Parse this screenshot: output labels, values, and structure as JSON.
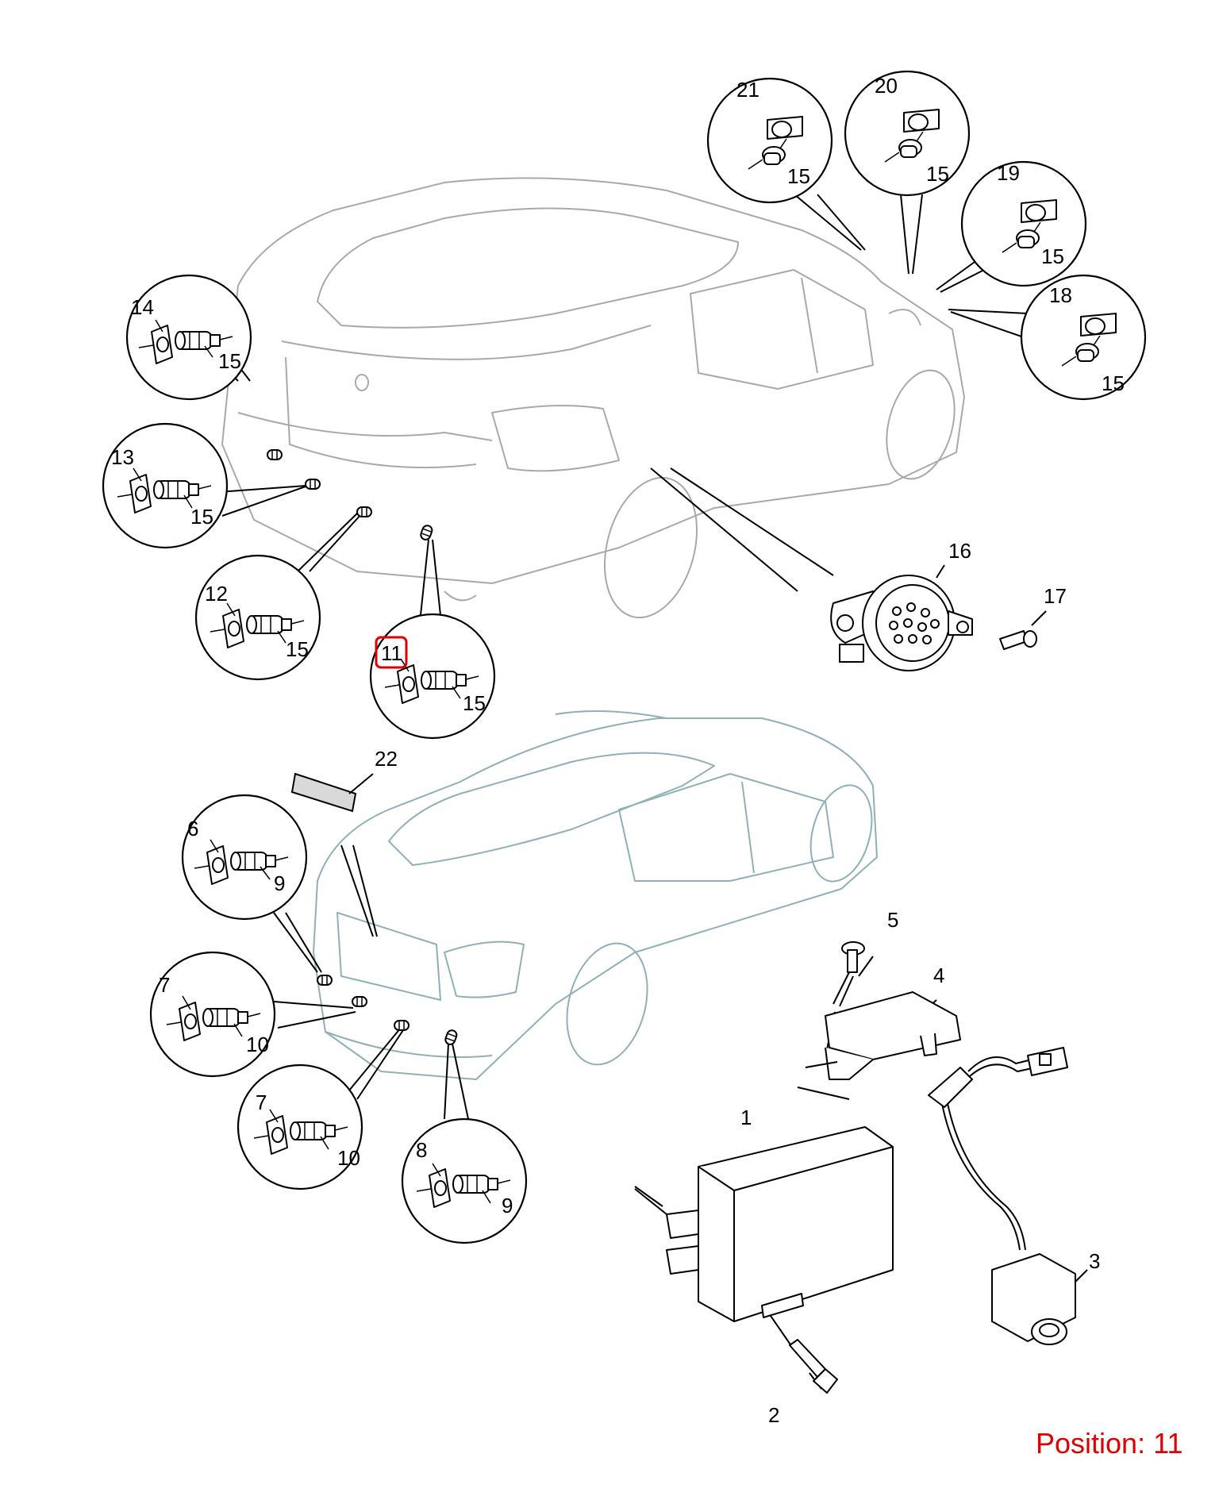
{
  "diagram": {
    "callouts": {
      "c1": "1",
      "c2": "2",
      "c3": "3",
      "c4": "4",
      "c5": "5",
      "c6": "6",
      "c7a": "7",
      "c7b": "7",
      "c8": "8",
      "c9a": "9",
      "c9b": "9",
      "c10a": "10",
      "c10b": "10",
      "c11": "11",
      "c12": "12",
      "c13": "13",
      "c14": "14",
      "c15_14": "15",
      "c15_13": "15",
      "c15_12": "15",
      "c15_11": "15",
      "c15_21": "15",
      "c15_20": "15",
      "c15_19": "15",
      "c15_18": "15",
      "c16": "16",
      "c17": "17",
      "c18": "18",
      "c19": "19",
      "c20": "20",
      "c21": "21",
      "c22": "22"
    },
    "highlighted_position": "11",
    "highlight_color": "#e00000"
  },
  "footer": {
    "position_label": "Position:",
    "position_value": "11"
  }
}
